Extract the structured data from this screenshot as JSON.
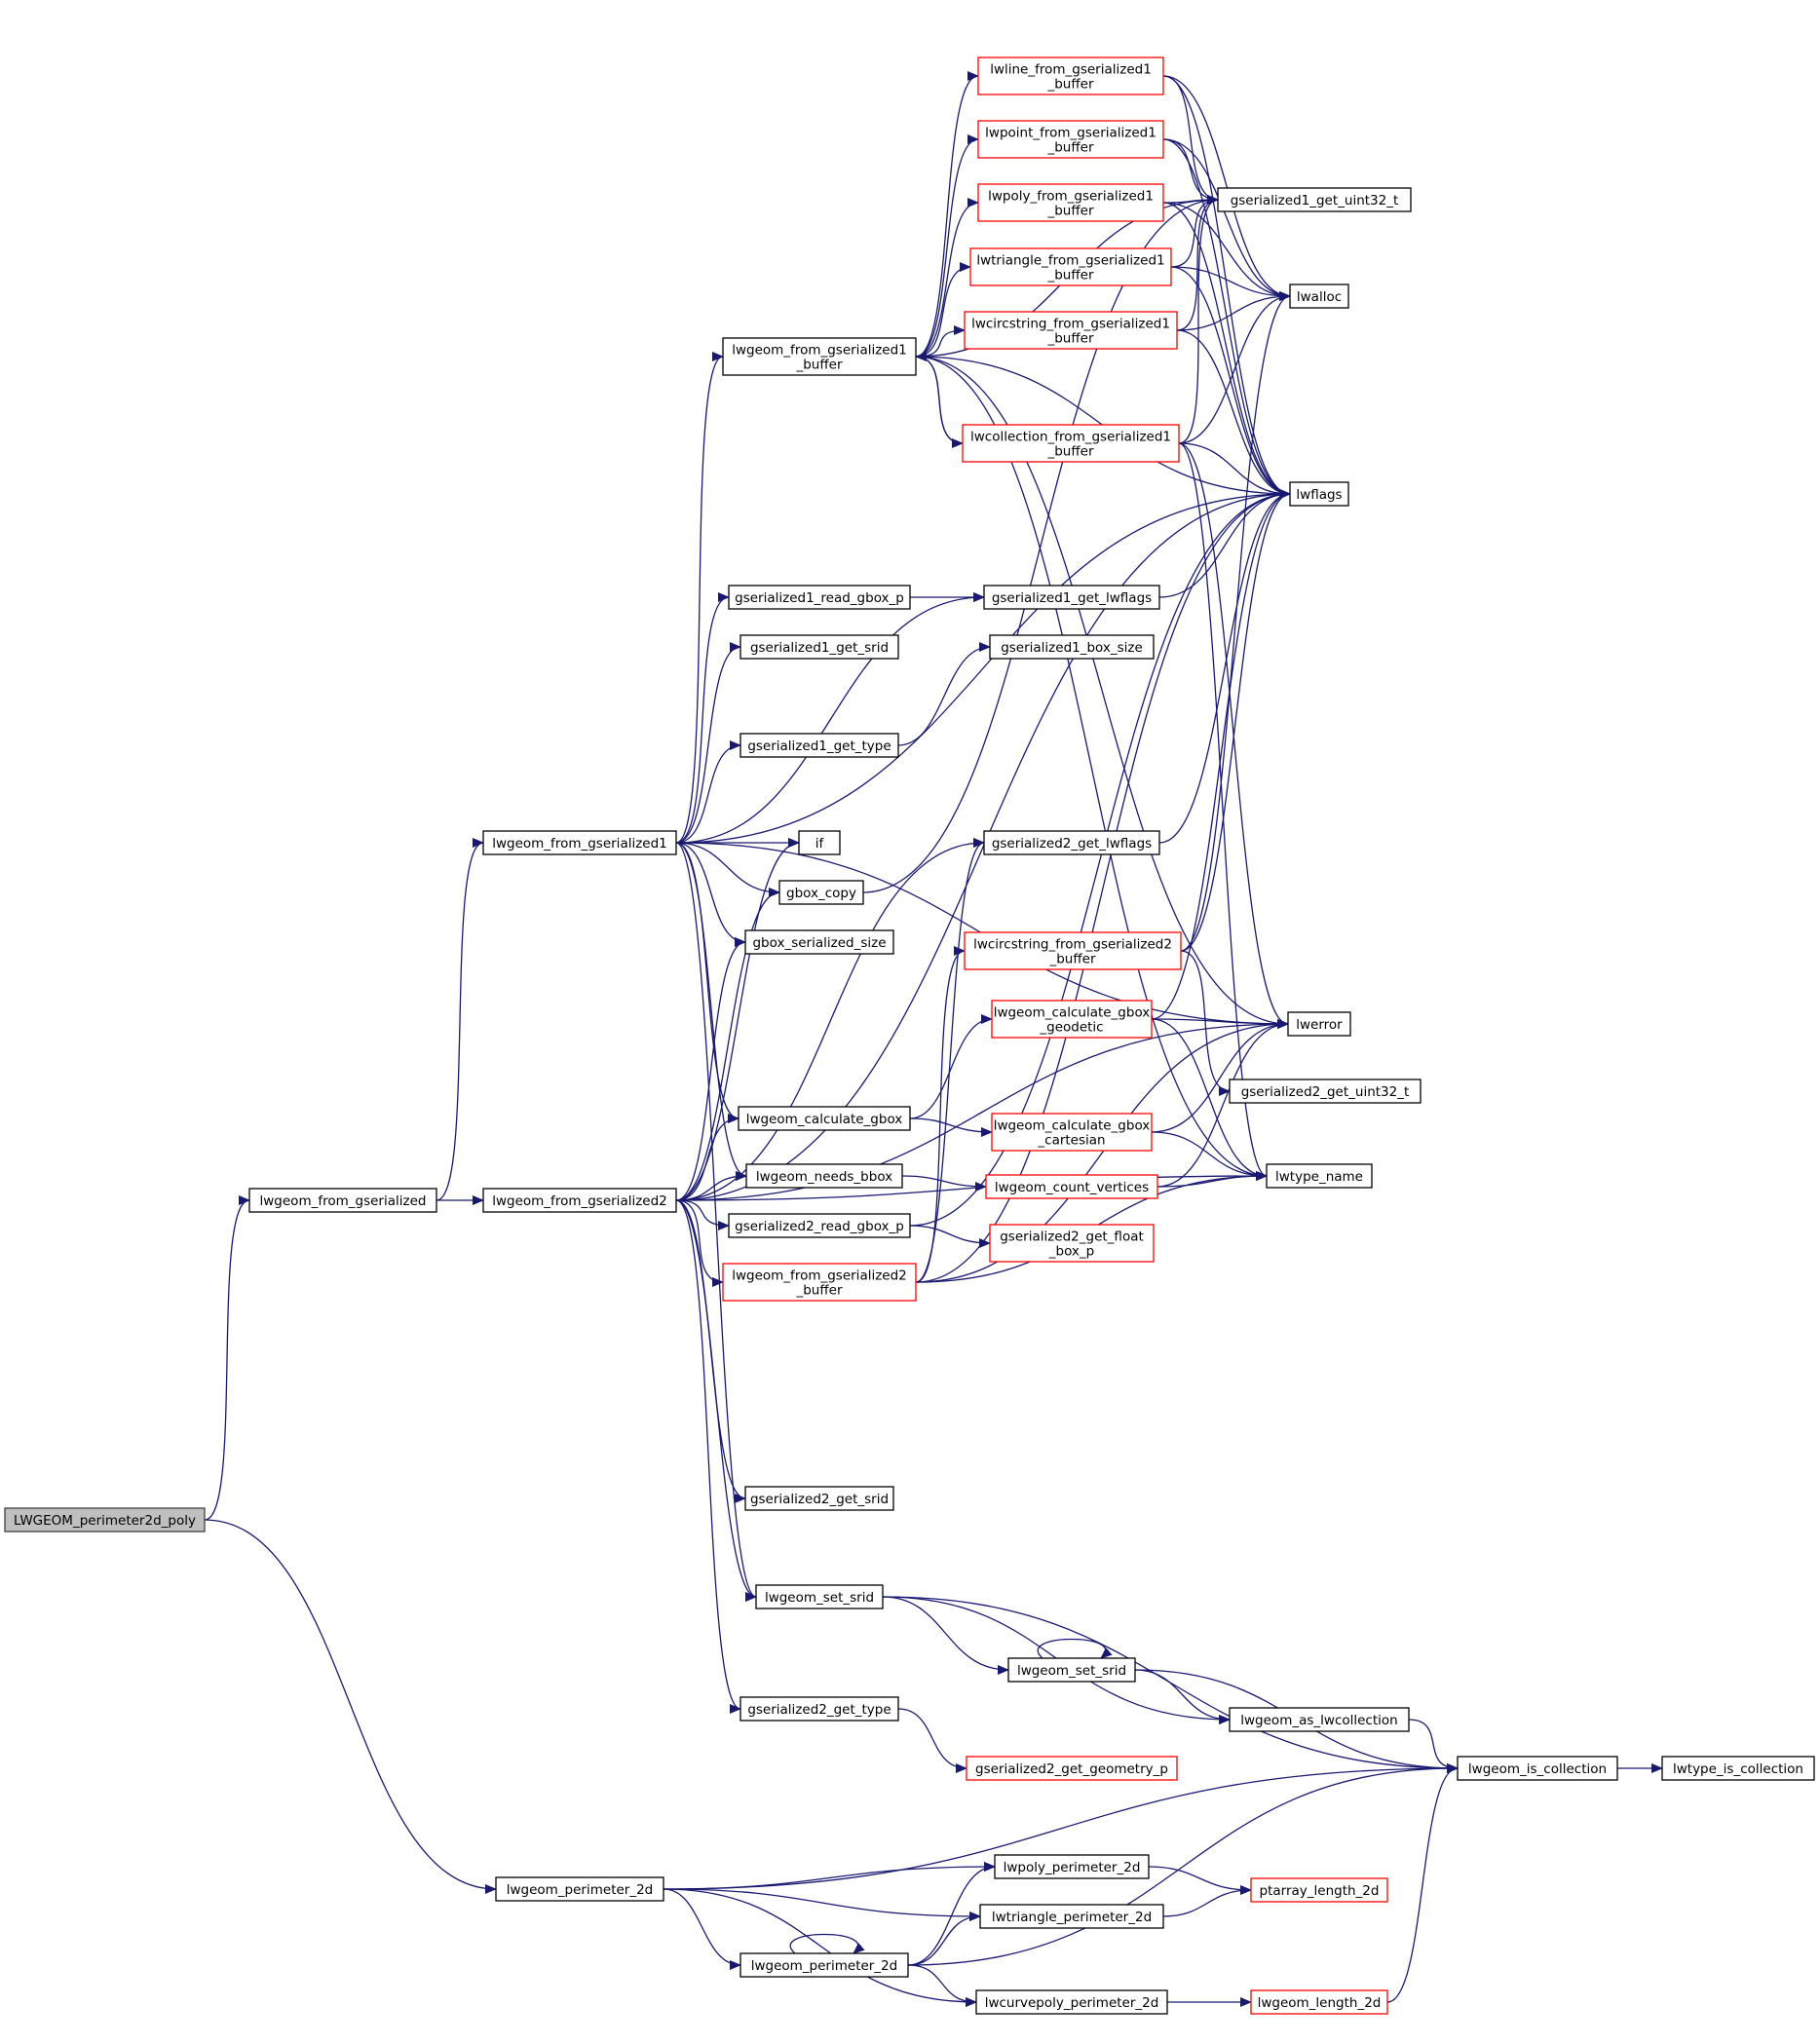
{
  "graph": {
    "title": "",
    "colors": {
      "edge": "#191970",
      "node_border": "#000000",
      "truncated_border": "#ff0000",
      "root_fill": "#bfbfbf",
      "background": "#ffffff"
    },
    "nodes": {
      "root": {
        "lines": [
          "LWGEOM_perimeter2d_poly"
        ],
        "style": "root"
      },
      "lfg": {
        "lines": [
          "lwgeom_from_gserialized"
        ],
        "style": "normal"
      },
      "lfg1": {
        "lines": [
          "lwgeom_from_gserialized1"
        ],
        "style": "normal"
      },
      "lfg2": {
        "lines": [
          "lwgeom_from_gserialized2"
        ],
        "style": "normal"
      },
      "lper": {
        "lines": [
          "lwgeom_perimeter_2d"
        ],
        "style": "normal"
      },
      "lfg1buf": {
        "lines": [
          "lwgeom_from_gserialized1",
          "_buffer"
        ],
        "style": "normal"
      },
      "g1rgb": {
        "lines": [
          "gserialized1_read_gbox_p"
        ],
        "style": "normal"
      },
      "g1srid": {
        "lines": [
          "gserialized1_get_srid"
        ],
        "style": "normal"
      },
      "g1type": {
        "lines": [
          "gserialized1_get_type"
        ],
        "style": "normal"
      },
      "if": {
        "lines": [
          "if"
        ],
        "style": "normal"
      },
      "gboxcopy": {
        "lines": [
          "gbox_copy"
        ],
        "style": "normal"
      },
      "gboxser": {
        "lines": [
          "gbox_serialized_size"
        ],
        "style": "normal"
      },
      "lcgbox": {
        "lines": [
          "lwgeom_calculate_gbox"
        ],
        "style": "normal"
      },
      "lneeds": {
        "lines": [
          "lwgeom_needs_bbox"
        ],
        "style": "normal"
      },
      "g2rgb": {
        "lines": [
          "gserialized2_read_gbox_p"
        ],
        "style": "normal"
      },
      "lfg2buf": {
        "lines": [
          "lwgeom_from_gserialized2",
          "_buffer"
        ],
        "style": "red"
      },
      "g2srid": {
        "lines": [
          "gserialized2_get_srid"
        ],
        "style": "normal"
      },
      "lsetsrid": {
        "lines": [
          "lwgeom_set_srid"
        ],
        "style": "normal"
      },
      "g2type": {
        "lines": [
          "gserialized2_get_type"
        ],
        "style": "normal"
      },
      "lper2": {
        "lines": [
          "lwgeom_perimeter_2d"
        ],
        "style": "normal"
      },
      "llinebuf": {
        "lines": [
          "lwline_from_gserialized1",
          "_buffer"
        ],
        "style": "red"
      },
      "lpointbuf": {
        "lines": [
          "lwpoint_from_gserialized1",
          "_buffer"
        ],
        "style": "red"
      },
      "lpolybuf": {
        "lines": [
          "lwpoly_from_gserialized1",
          "_buffer"
        ],
        "style": "red"
      },
      "ltribuf": {
        "lines": [
          "lwtriangle_from_gserialized1",
          "_buffer"
        ],
        "style": "red"
      },
      "lcirc1buf": {
        "lines": [
          "lwcircstring_from_gserialized1",
          "_buffer"
        ],
        "style": "red"
      },
      "lcoll1buf": {
        "lines": [
          "lwcollection_from_gserialized1",
          "_buffer"
        ],
        "style": "red"
      },
      "g1lwflags": {
        "lines": [
          "gserialized1_get_lwflags"
        ],
        "style": "normal"
      },
      "g1boxsize": {
        "lines": [
          "gserialized1_box_size"
        ],
        "style": "normal"
      },
      "g2lwflags": {
        "lines": [
          "gserialized2_get_lwflags"
        ],
        "style": "normal"
      },
      "lcirc2buf": {
        "lines": [
          "lwcircstring_from_gserialized2",
          "_buffer"
        ],
        "style": "red"
      },
      "lcggeod": {
        "lines": [
          "lwgeom_calculate_gbox",
          "_geodetic"
        ],
        "style": "red"
      },
      "lcgcart": {
        "lines": [
          "lwgeom_calculate_gbox",
          "_cartesian"
        ],
        "style": "red"
      },
      "lcountv": {
        "lines": [
          "lwgeom_count_vertices"
        ],
        "style": "red"
      },
      "g2float": {
        "lines": [
          "gserialized2_get_float",
          "_box_p"
        ],
        "style": "red"
      },
      "lsetsrid2": {
        "lines": [
          "lwgeom_set_srid"
        ],
        "style": "normal"
      },
      "g2geomp": {
        "lines": [
          "gserialized2_get_geometry_p"
        ],
        "style": "red"
      },
      "lpolyper": {
        "lines": [
          "lwpoly_perimeter_2d"
        ],
        "style": "normal"
      },
      "ltriper": {
        "lines": [
          "lwtriangle_perimeter_2d"
        ],
        "style": "normal"
      },
      "lcurveper": {
        "lines": [
          "lwcurvepoly_perimeter_2d"
        ],
        "style": "normal"
      },
      "g1u32": {
        "lines": [
          "gserialized1_get_uint32_t"
        ],
        "style": "normal"
      },
      "lwalloc": {
        "lines": [
          "lwalloc"
        ],
        "style": "normal"
      },
      "lwflags": {
        "lines": [
          "lwflags"
        ],
        "style": "normal"
      },
      "lwerror": {
        "lines": [
          "lwerror"
        ],
        "style": "normal"
      },
      "g2u32": {
        "lines": [
          "gserialized2_get_uint32_t"
        ],
        "style": "normal"
      },
      "lwtypename": {
        "lines": [
          "lwtype_name"
        ],
        "style": "normal"
      },
      "lasc": {
        "lines": [
          "lwgeom_as_lwcollection"
        ],
        "style": "normal"
      },
      "liscoll": {
        "lines": [
          "lwgeom_is_collection"
        ],
        "style": "normal"
      },
      "ltypeiscoll": {
        "lines": [
          "lwtype_is_collection"
        ],
        "style": "normal"
      },
      "ptlen": {
        "lines": [
          "ptarray_length_2d"
        ],
        "style": "red"
      },
      "llen": {
        "lines": [
          "lwgeom_length_2d"
        ],
        "style": "red"
      }
    },
    "edges": [
      [
        "root",
        "lfg"
      ],
      [
        "root",
        "lper"
      ],
      [
        "lfg",
        "lfg1"
      ],
      [
        "lfg",
        "lfg2"
      ],
      [
        "lfg1",
        "lfg1buf"
      ],
      [
        "lfg1",
        "g1rgb"
      ],
      [
        "lfg1",
        "g1srid"
      ],
      [
        "lfg1",
        "g1type"
      ],
      [
        "lfg1",
        "if"
      ],
      [
        "lfg1",
        "gboxcopy"
      ],
      [
        "lfg1",
        "gboxser"
      ],
      [
        "lfg1",
        "lcgbox"
      ],
      [
        "lfg1",
        "lneeds"
      ],
      [
        "lfg1",
        "lsetsrid"
      ],
      [
        "lfg1",
        "g1lwflags"
      ],
      [
        "lfg1",
        "lwflags"
      ],
      [
        "lfg1",
        "lwerror"
      ],
      [
        "lfg1buf",
        "llinebuf"
      ],
      [
        "lfg1buf",
        "lpointbuf"
      ],
      [
        "lfg1buf",
        "lpolybuf"
      ],
      [
        "lfg1buf",
        "ltribuf"
      ],
      [
        "lfg1buf",
        "lcirc1buf"
      ],
      [
        "lfg1buf",
        "lcoll1buf"
      ],
      [
        "lfg1buf",
        "g1u32"
      ],
      [
        "lfg1buf",
        "lwflags"
      ],
      [
        "lfg1buf",
        "lwerror"
      ],
      [
        "lfg1buf",
        "lwtypename"
      ],
      [
        "llinebuf",
        "g1u32"
      ],
      [
        "llinebuf",
        "lwalloc"
      ],
      [
        "llinebuf",
        "lwflags"
      ],
      [
        "lpointbuf",
        "g1u32"
      ],
      [
        "lpointbuf",
        "lwalloc"
      ],
      [
        "lpointbuf",
        "lwflags"
      ],
      [
        "lpolybuf",
        "g1u32"
      ],
      [
        "lpolybuf",
        "lwalloc"
      ],
      [
        "lpolybuf",
        "lwflags"
      ],
      [
        "ltribuf",
        "g1u32"
      ],
      [
        "ltribuf",
        "lwalloc"
      ],
      [
        "ltribuf",
        "lwflags"
      ],
      [
        "lcirc1buf",
        "g1u32"
      ],
      [
        "lcirc1buf",
        "lwalloc"
      ],
      [
        "lcirc1buf",
        "lwflags"
      ],
      [
        "lcoll1buf",
        "lfg1buf"
      ],
      [
        "lcoll1buf",
        "g1u32"
      ],
      [
        "lcoll1buf",
        "lwalloc"
      ],
      [
        "lcoll1buf",
        "lwflags"
      ],
      [
        "lcoll1buf",
        "lwerror"
      ],
      [
        "lcoll1buf",
        "lwtypename"
      ],
      [
        "g1rgb",
        "g1lwflags"
      ],
      [
        "g1lwflags",
        "lwflags"
      ],
      [
        "g1type",
        "g1boxsize"
      ],
      [
        "gboxcopy",
        "g1u32"
      ],
      [
        "lfg2",
        "g2lwflags"
      ],
      [
        "lfg2",
        "if"
      ],
      [
        "lfg2",
        "gboxcopy"
      ],
      [
        "lfg2",
        "gboxser"
      ],
      [
        "lfg2",
        "lcgbox"
      ],
      [
        "lfg2",
        "lneeds"
      ],
      [
        "lfg2",
        "g2rgb"
      ],
      [
        "lfg2",
        "lfg2buf"
      ],
      [
        "lfg2",
        "g2srid"
      ],
      [
        "lfg2",
        "lsetsrid"
      ],
      [
        "lfg2",
        "g2type"
      ],
      [
        "lfg2",
        "lwflags"
      ],
      [
        "lfg2",
        "lwerror"
      ],
      [
        "lfg2",
        "lwtypename"
      ],
      [
        "g2lwflags",
        "lwflags"
      ],
      [
        "lfg2buf",
        "g2lwflags"
      ],
      [
        "lfg2buf",
        "lcirc2buf"
      ],
      [
        "lfg2buf",
        "lwflags"
      ],
      [
        "lfg2buf",
        "lwerror"
      ],
      [
        "lfg2buf",
        "lwtypename"
      ],
      [
        "lcirc2buf",
        "lwalloc"
      ],
      [
        "lcirc2buf",
        "lwflags"
      ],
      [
        "lcirc2buf",
        "g2u32"
      ],
      [
        "lcgbox",
        "lcggeod"
      ],
      [
        "lcgbox",
        "lcgcart"
      ],
      [
        "lcggeod",
        "lwerror"
      ],
      [
        "lcggeod",
        "lwflags"
      ],
      [
        "lcggeod",
        "lwtypename"
      ],
      [
        "lcgcart",
        "lwerror"
      ],
      [
        "lcgcart",
        "lwtypename"
      ],
      [
        "lneeds",
        "lcountv"
      ],
      [
        "lcountv",
        "lwerror"
      ],
      [
        "lcountv",
        "lwtypename"
      ],
      [
        "g2rgb",
        "g2float"
      ],
      [
        "g2rgb",
        "lwflags"
      ],
      [
        "lsetsrid",
        "lsetsrid2"
      ],
      [
        "lsetsrid",
        "lasc"
      ],
      [
        "lsetsrid",
        "liscoll"
      ],
      [
        "lsetsrid2",
        "lsetsrid2"
      ],
      [
        "lsetsrid2",
        "lasc"
      ],
      [
        "lsetsrid2",
        "liscoll"
      ],
      [
        "lasc",
        "liscoll"
      ],
      [
        "liscoll",
        "ltypeiscoll"
      ],
      [
        "g2type",
        "g2geomp"
      ],
      [
        "lper",
        "liscoll"
      ],
      [
        "lper",
        "lpolyper"
      ],
      [
        "lper",
        "ltriper"
      ],
      [
        "lper",
        "lper2"
      ],
      [
        "lper",
        "lcurveper"
      ],
      [
        "lper2",
        "lper2"
      ],
      [
        "lper2",
        "lpolyper"
      ],
      [
        "lper2",
        "ltriper"
      ],
      [
        "lper2",
        "lcurveper"
      ],
      [
        "lper2",
        "liscoll"
      ],
      [
        "lpolyper",
        "ptlen"
      ],
      [
        "ltriper",
        "ptlen"
      ],
      [
        "lcurveper",
        "llen"
      ],
      [
        "llen",
        "liscoll"
      ]
    ]
  }
}
